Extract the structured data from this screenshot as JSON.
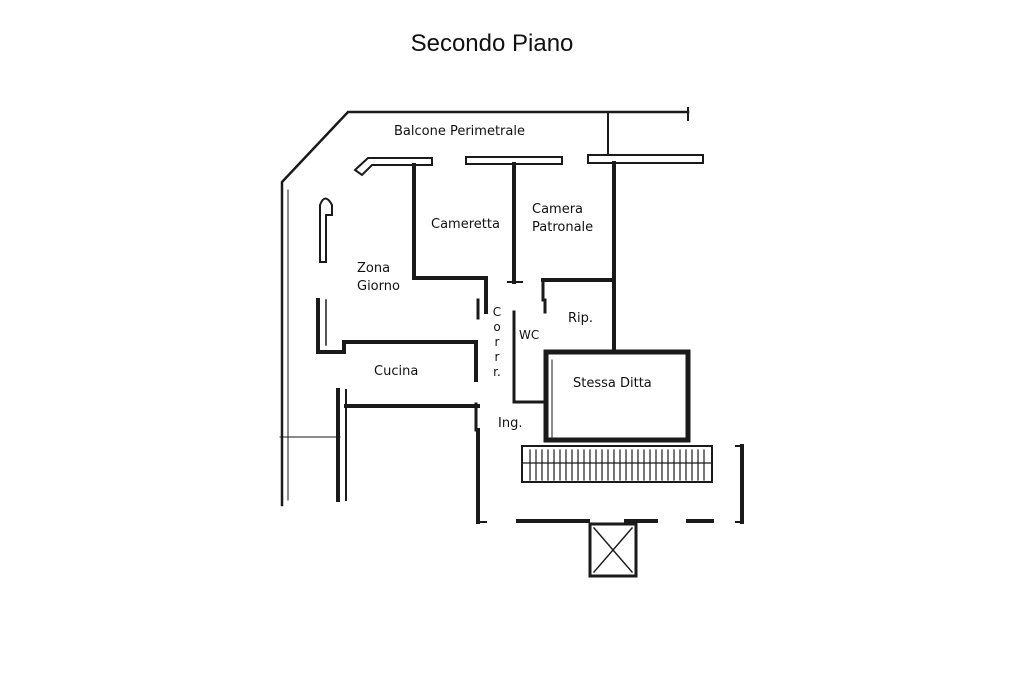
{
  "title": "Secondo Piano",
  "rooms": {
    "balcone": "Balcone Perimetrale",
    "cameretta": "Cameretta",
    "camera_patronale": "Camera\nPatronale",
    "zona_giorno": "Zona\nGiorno",
    "corridoio": "C\no\nr\nr\nr.",
    "wc": "WC",
    "ripostiglio": "Rip.",
    "cucina": "Cucina",
    "stessa_ditta": "Stessa Ditta",
    "ingresso": "Ing."
  }
}
